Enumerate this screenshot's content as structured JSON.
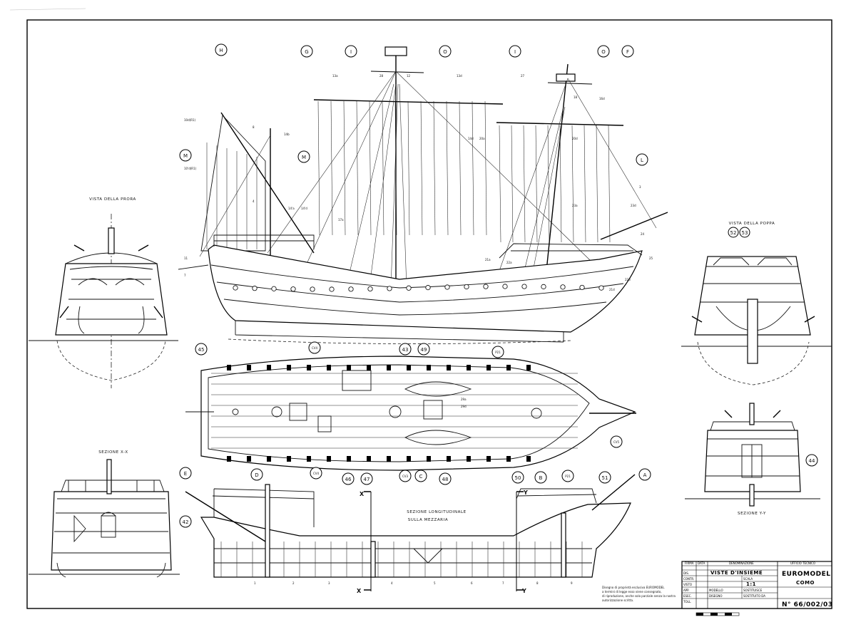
{
  "views": {
    "prow": "VISTA DELLA PRORA",
    "stern": "VISTA DELLA POPPA",
    "section_xx": "SEZIONE X-X",
    "section_yy": "SEZIONE Y-Y",
    "longitudinal_1": "SEZIONE LONGITUDINALE",
    "longitudinal_2": "SULLA MEZZARIA"
  },
  "circle_markers": {
    "H": "H",
    "G": "G",
    "I1": "I",
    "O1": "O",
    "I2": "I",
    "O2": "O",
    "F": "F",
    "M1": "M",
    "M2": "M",
    "L": "L",
    "m45": "45",
    "CV4a": "CV4",
    "m43": "43",
    "m49": "49",
    "P21a": "P21",
    "CV5": "CV5",
    "m44": "44",
    "m52": "52",
    "m53": "53",
    "E": "E",
    "D": "D",
    "CV4b": "CV4",
    "m46": "46",
    "m47": "47",
    "CV3": "CV3",
    "C": "C",
    "m48": "48",
    "m50": "50",
    "B": "B",
    "P21b": "P21",
    "m51": "51",
    "A": "A",
    "m42": "42"
  },
  "part_labels": {
    "p13a": "13a",
    "p13d": "13d",
    "p28": "28",
    "p12": "12",
    "p27": "27",
    "p18": "18",
    "p16d": "16d",
    "p14d": "14d",
    "p14b": "14b",
    "p20a": "20a",
    "p20d": "20d",
    "p23a": "23a",
    "p23d": "23d",
    "p22a": "22a",
    "p22d": "22d",
    "p21a": "21a",
    "p21d": "21d",
    "p24": "24",
    "p25": "25",
    "p11": "11",
    "p7": "7",
    "p4": "4",
    "p8": "8",
    "p3": "3",
    "p17a": "17a",
    "p29a": "29a",
    "p29d": "29d",
    "p14a": "14'a",
    "p14dd": "14'd",
    "h10d": "10d(R1)",
    "h10d2": "10'd(R1)"
  },
  "section_markers": {
    "x_top": "X",
    "x_bottom": "X",
    "y_top": "Y",
    "y_bottom": "Y"
  },
  "station_numbers": [
    "1",
    "2",
    "3",
    "4",
    "5",
    "6",
    "7",
    "8",
    "9"
  ],
  "notice": [
    "Disegno di proprietà esclusiva EUROMODEL",
    "a termini di legge esso viene consegnato,",
    "di riproduzione, anche solo parziale senza la nostra",
    "autorizzazione scritta."
  ],
  "title_block": {
    "col_headers": [
      "FIRMA",
      "DATA",
      "DENOMINAZIONE",
      "UFFICIO TECNICO"
    ],
    "title": "VISTE D'INSIEME",
    "company": "EUROMODEL",
    "city": "COMO",
    "drawing_number": "N° 66/002/03",
    "scale_label": "SCALA",
    "scale_value": "1:1",
    "rows": [
      "DIS.",
      "CONTR.",
      "VISTO",
      "APP.",
      "ESEC.",
      "TOLL."
    ],
    "meta": [
      "MODELLO",
      "DISEGNO",
      "SOSTITUISCE",
      "SOSTITUITO DA"
    ]
  }
}
